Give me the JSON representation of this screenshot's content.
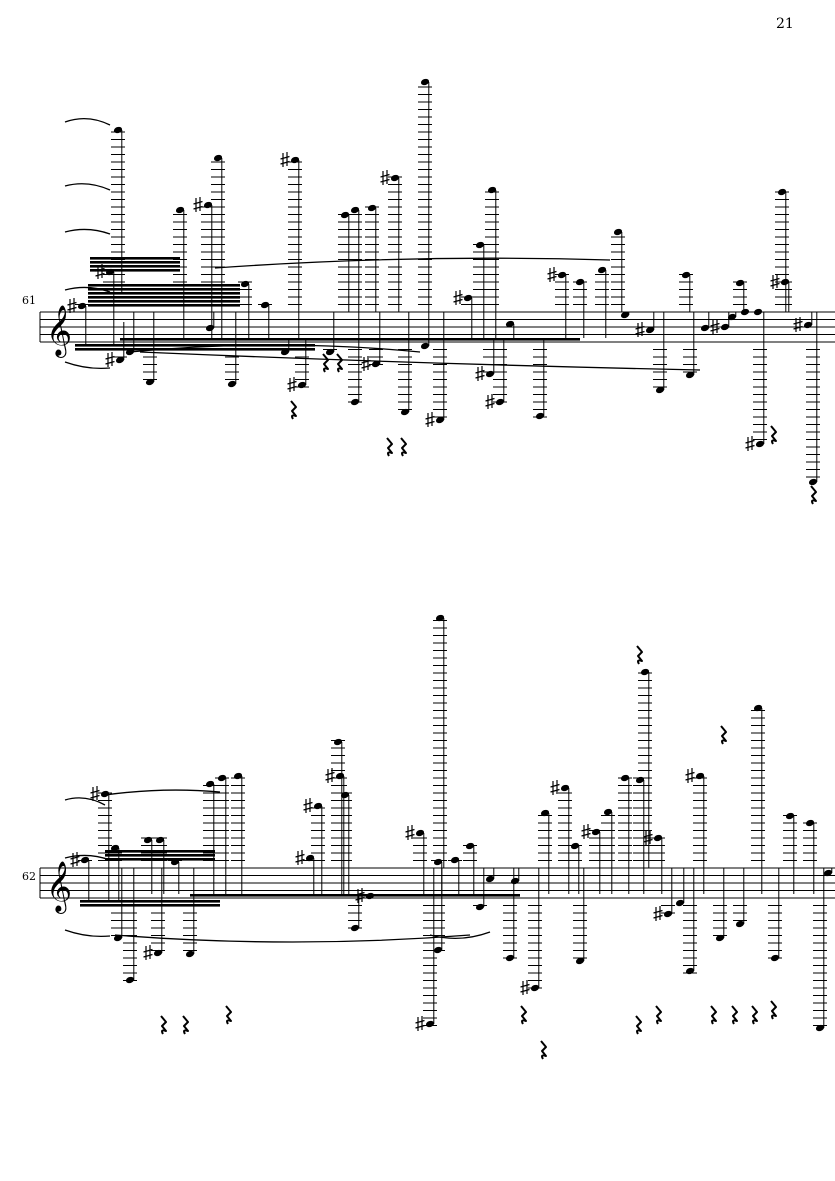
{
  "page": {
    "number": "21"
  },
  "systems": [
    {
      "measure_number": "61"
    },
    {
      "measure_number": "62"
    }
  ],
  "ink_color": "#000000"
}
